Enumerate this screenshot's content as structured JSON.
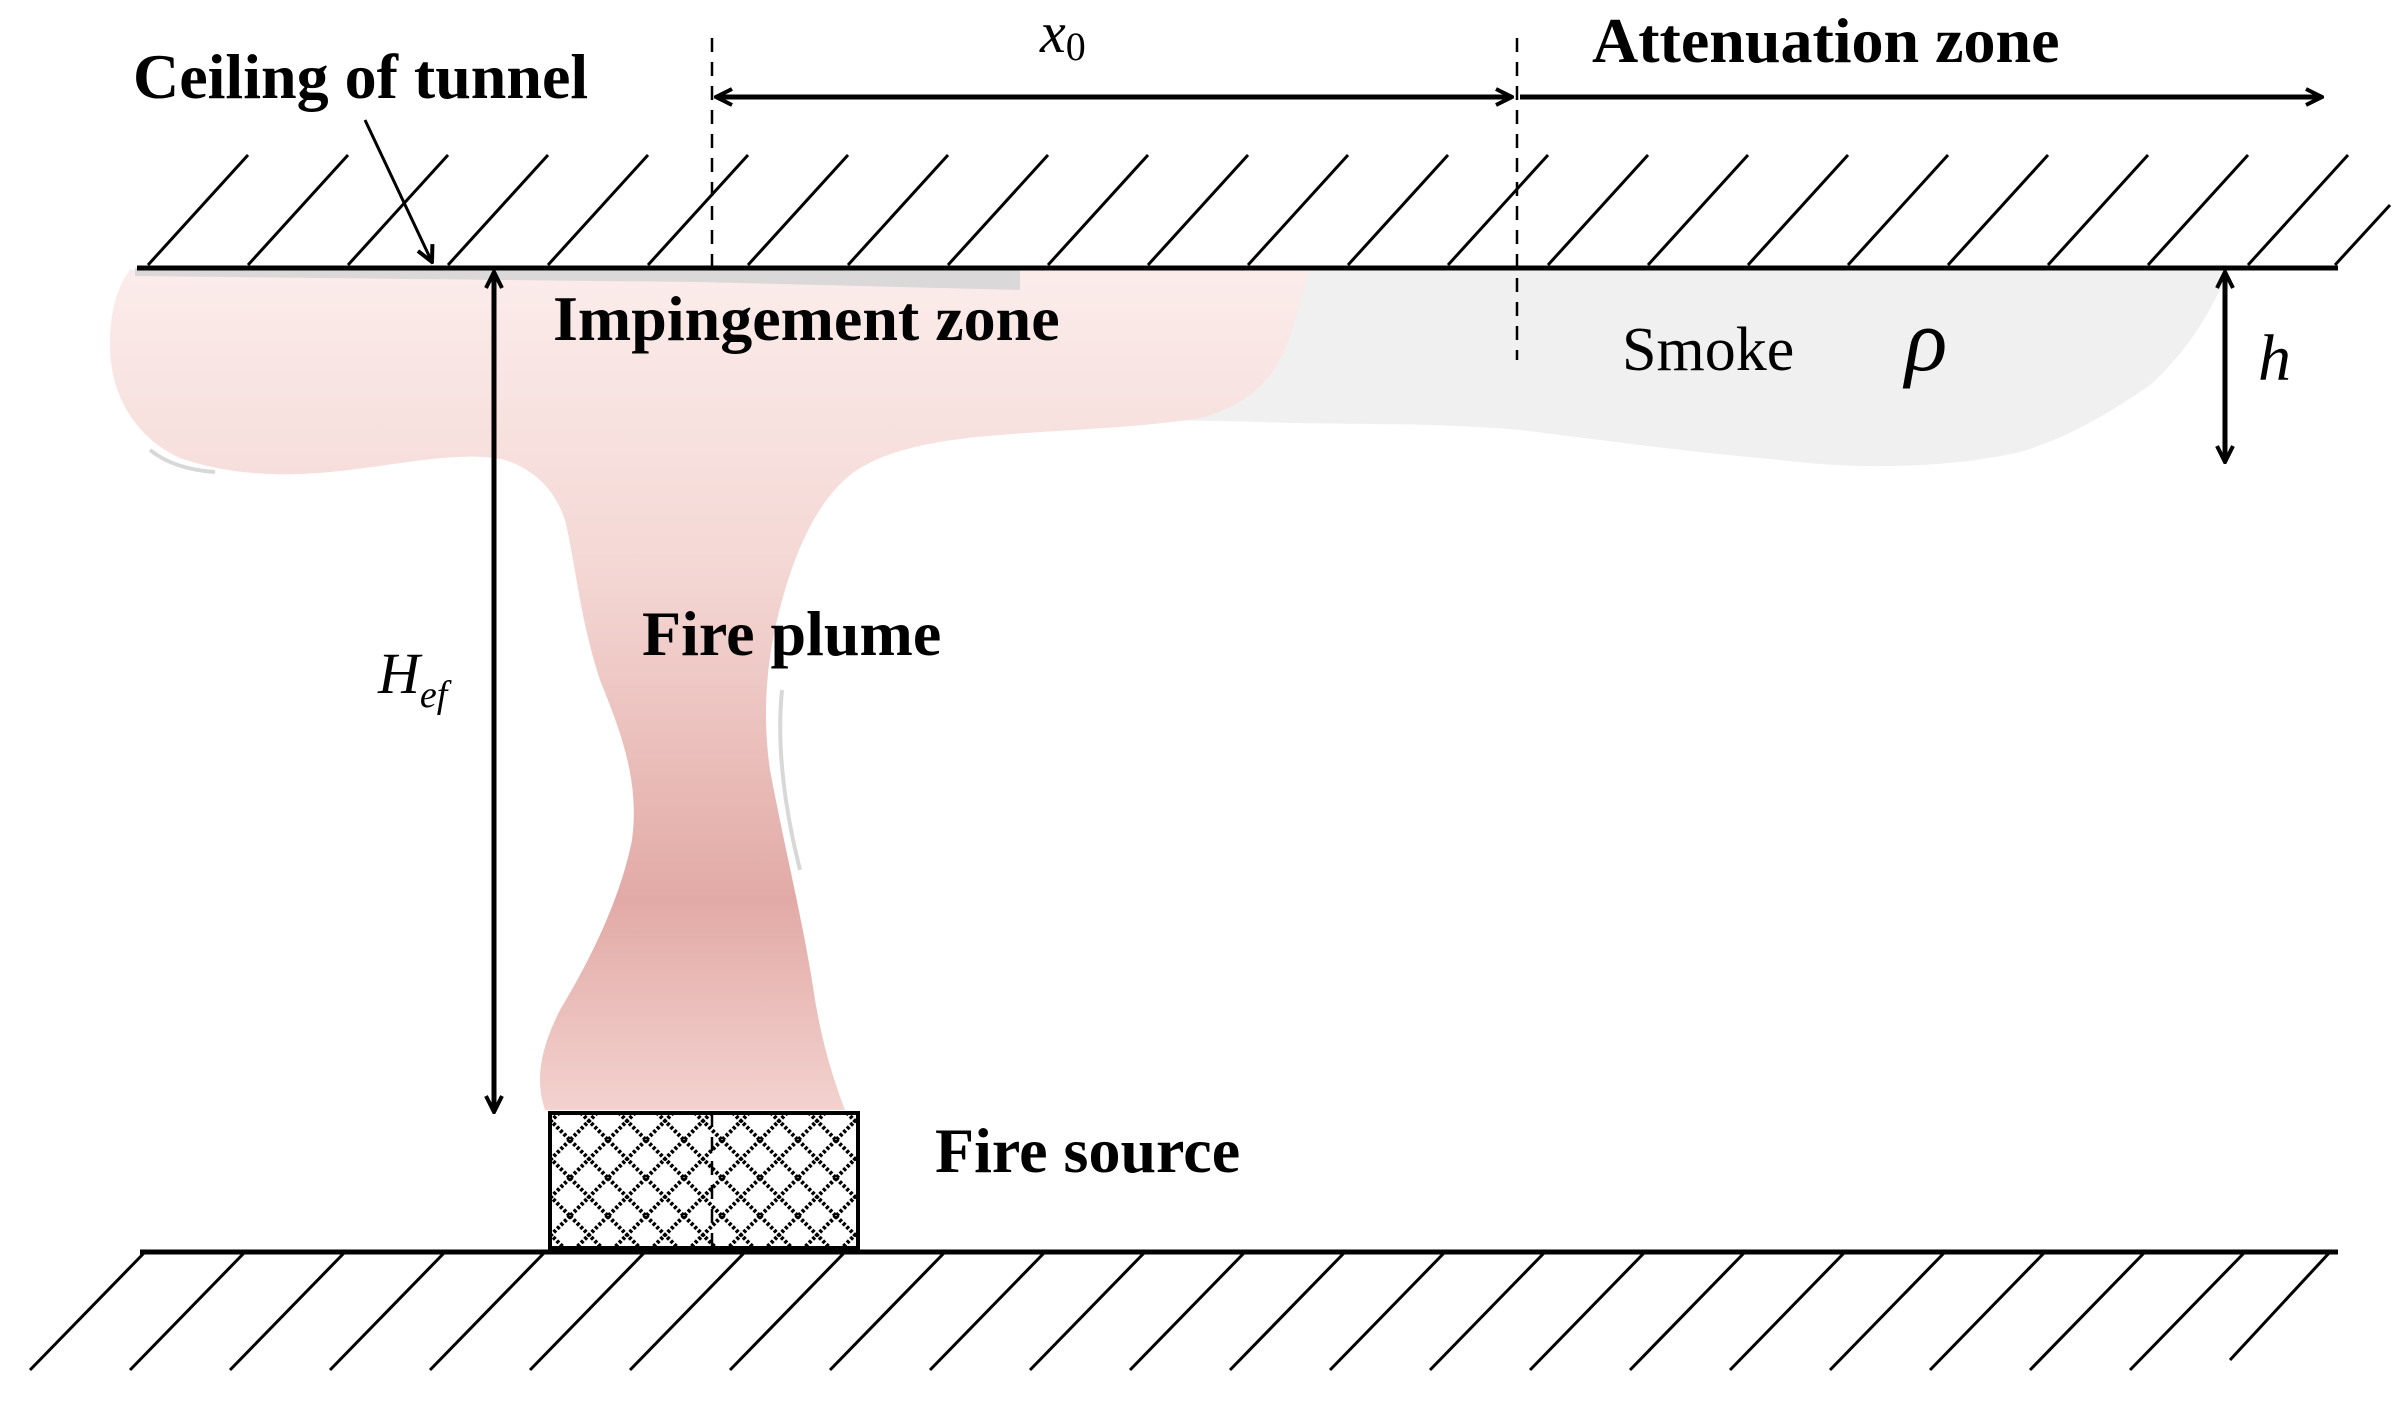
{
  "labels": {
    "ceiling": "Ceiling of tunnel",
    "x0_var": "x",
    "x0_sub": "0",
    "attenuation": "Attenuation zone",
    "impingement": "Impingement zone",
    "smoke": "Smoke",
    "rho": "ρ",
    "h": "h",
    "hef_var": "H",
    "hef_sub": "ef",
    "plume": "Fire plume",
    "source": "Fire source"
  },
  "colors": {
    "plume_light": "#f7e4e2",
    "plume_dark": "#e0a9a5",
    "smoke": "#f1f1f1",
    "line": "#000000"
  }
}
